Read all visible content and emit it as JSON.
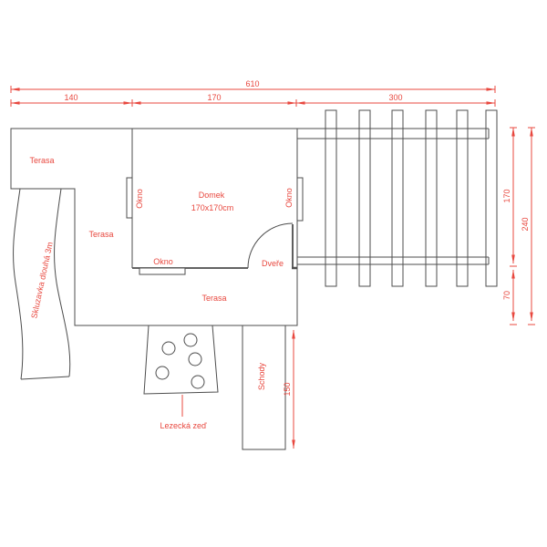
{
  "drawing": {
    "title_note": "",
    "labels": {
      "terasa": "Terasa",
      "domek": "Domek",
      "domek_size": "170x170cm",
      "okno": "Okno",
      "dvere": "Dveře",
      "schody": "Schody",
      "skluzavka": "Skluzavka dlouhá 3m",
      "lezecka_zed": "Lezecká zeď"
    },
    "dimensions": {
      "total_width": "610",
      "terrace_width": "140",
      "house_width": "170",
      "pergola_width": "300",
      "pergola_height": "170",
      "total_height": "240",
      "lower_height": "70",
      "stairs_length": "150"
    },
    "colors": {
      "dimension_red": "#e8483f",
      "line_gray": "#4d4d4d"
    }
  }
}
